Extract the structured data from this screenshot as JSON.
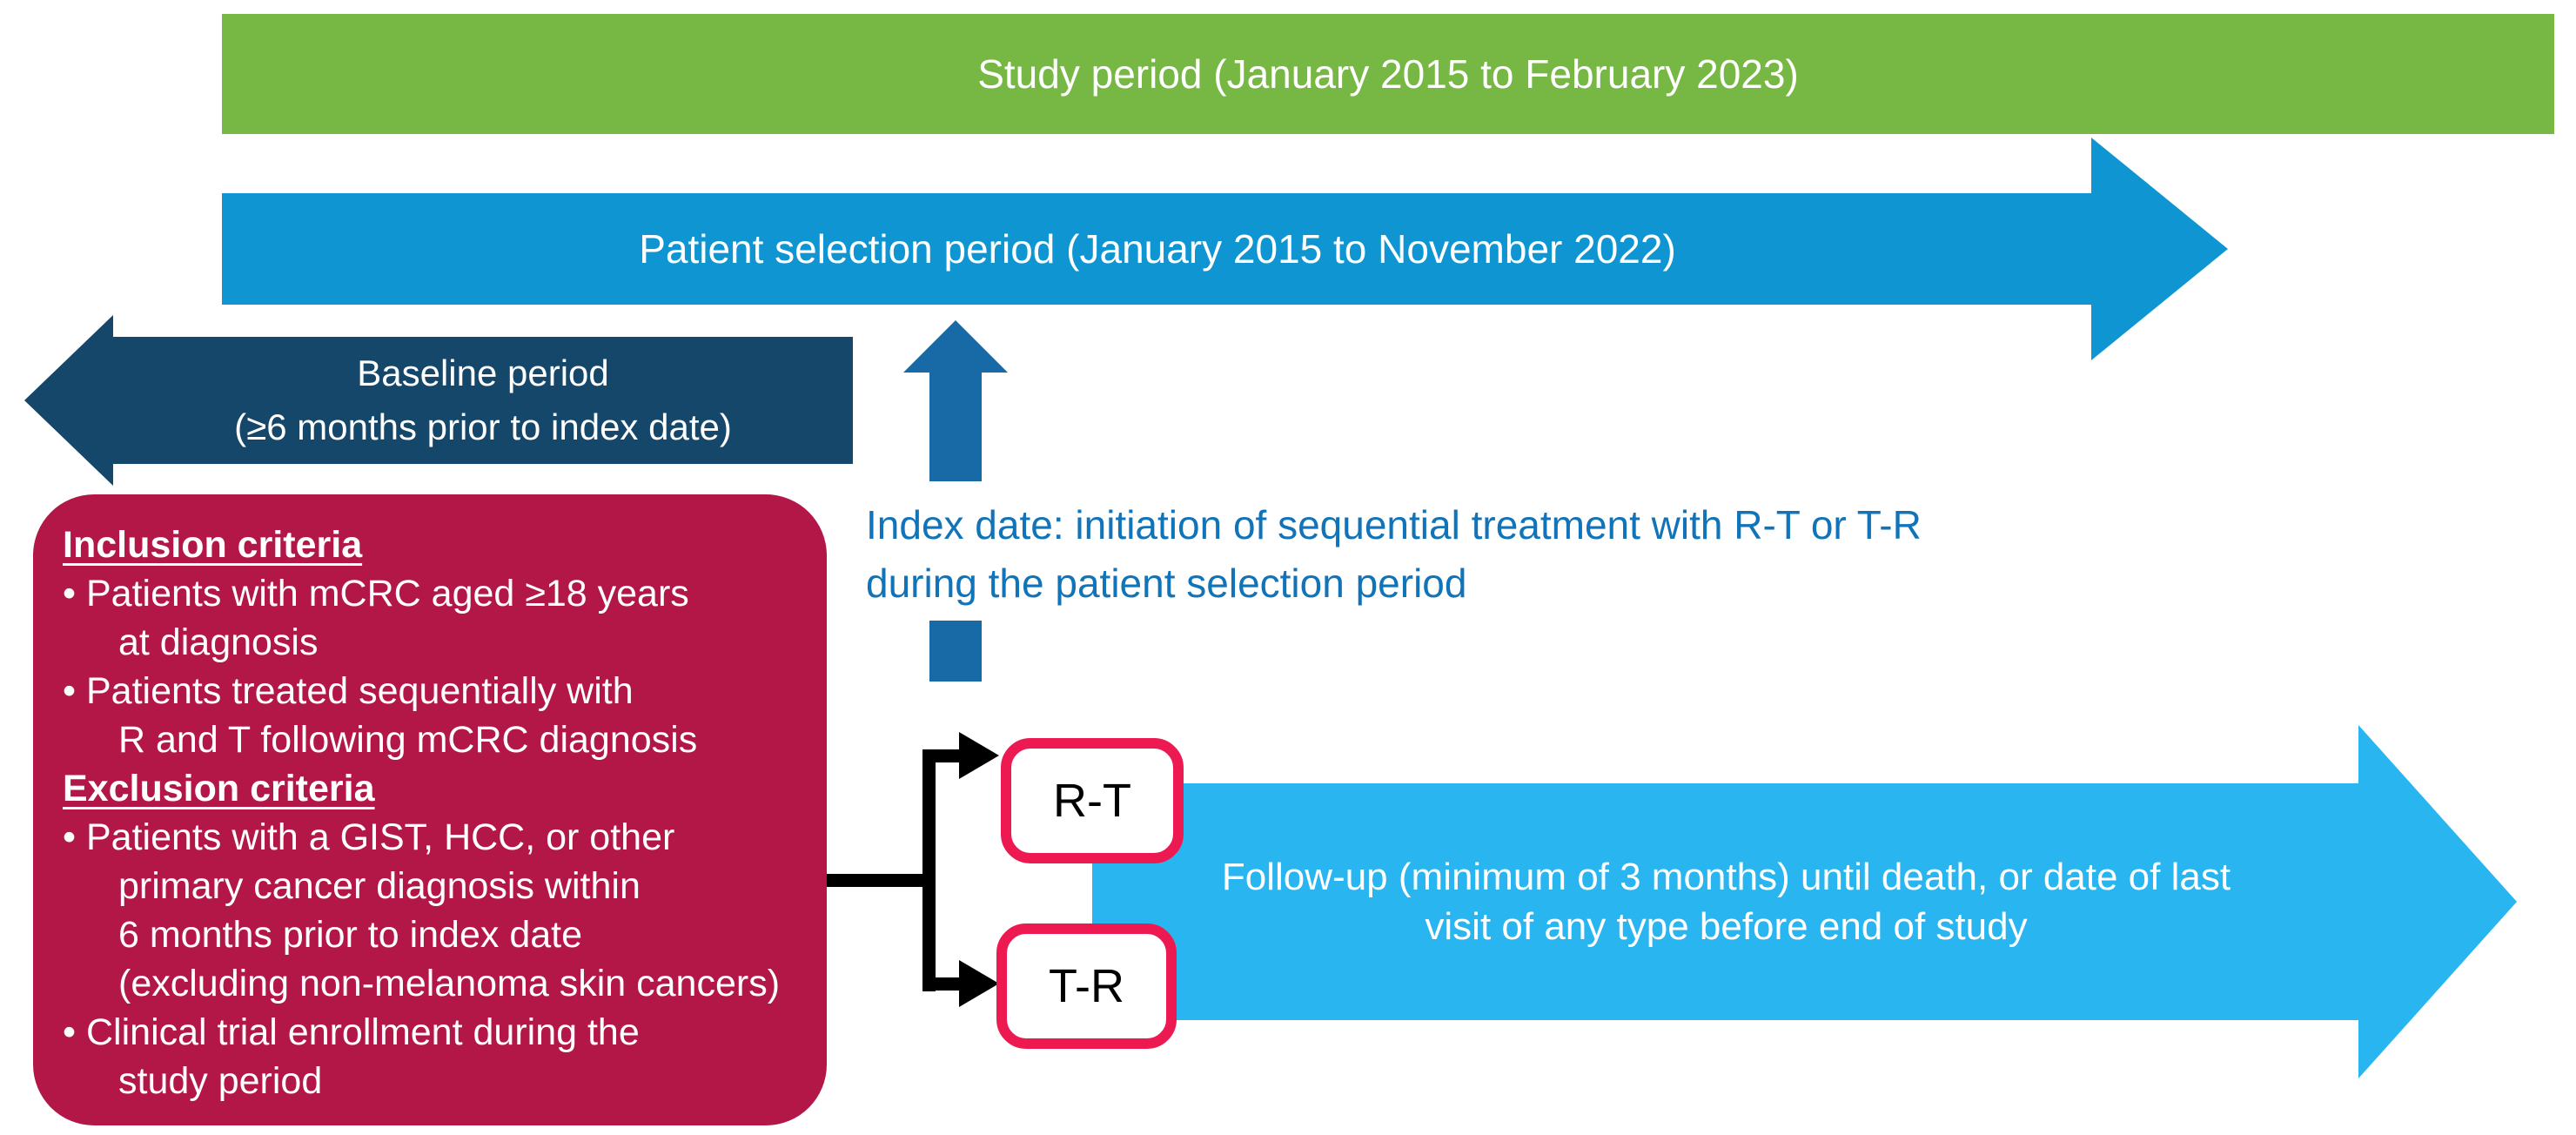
{
  "colors": {
    "study_green": "#76b843",
    "selection_blue": "#0e95d2",
    "baseline_navy": "#15476b",
    "index_arrow_blue": "#176aa5",
    "index_text_blue": "#1173b8",
    "criteria_crimson": "#b21748",
    "treatment_box_pink_border": "#ed1a52",
    "followup_light_blue": "#29b5f0",
    "connector_black": "#000000",
    "bar_text_white": "#ffffff"
  },
  "bars": {
    "study_period": {
      "label": "Study period (January 2015 to February 2023)"
    },
    "selection_period": {
      "label": "Patient selection period (January 2015 to November 2022)"
    },
    "baseline": {
      "line1": "Baseline period",
      "line2": "(≥6 months prior to index date)"
    },
    "followup": {
      "line1": "Follow-up (minimum of 3 months) until death, or date of last",
      "line2": "visit of any type before end of study"
    }
  },
  "index_date": {
    "line1": "Index date: initiation of sequential treatment with R-T or T-R",
    "line2": "during the patient selection period"
  },
  "criteria_box": {
    "lines": [
      {
        "text": "Inclusion criteria",
        "style": "heading"
      },
      {
        "text": "• Patients with mCRC aged ≥18 years",
        "style": "bullet"
      },
      {
        "text": "at diagnosis",
        "style": "cont"
      },
      {
        "text": "• Patients treated sequentially with",
        "style": "bullet"
      },
      {
        "text": "R and T following mCRC diagnosis",
        "style": "cont"
      },
      {
        "text": "Exclusion criteria",
        "style": "heading"
      },
      {
        "text": "• Patients with a GIST, HCC, or other",
        "style": "bullet"
      },
      {
        "text": "primary cancer diagnosis within",
        "style": "cont"
      },
      {
        "text": "6 months prior to index date",
        "style": "cont"
      },
      {
        "text": "(excluding non-melanoma skin cancers)",
        "style": "cont"
      },
      {
        "text": "• Clinical trial enrollment during the",
        "style": "bullet"
      },
      {
        "text": "study period",
        "style": "cont"
      }
    ]
  },
  "treatment_boxes": {
    "rt": "R-T",
    "tr": "T-R"
  }
}
